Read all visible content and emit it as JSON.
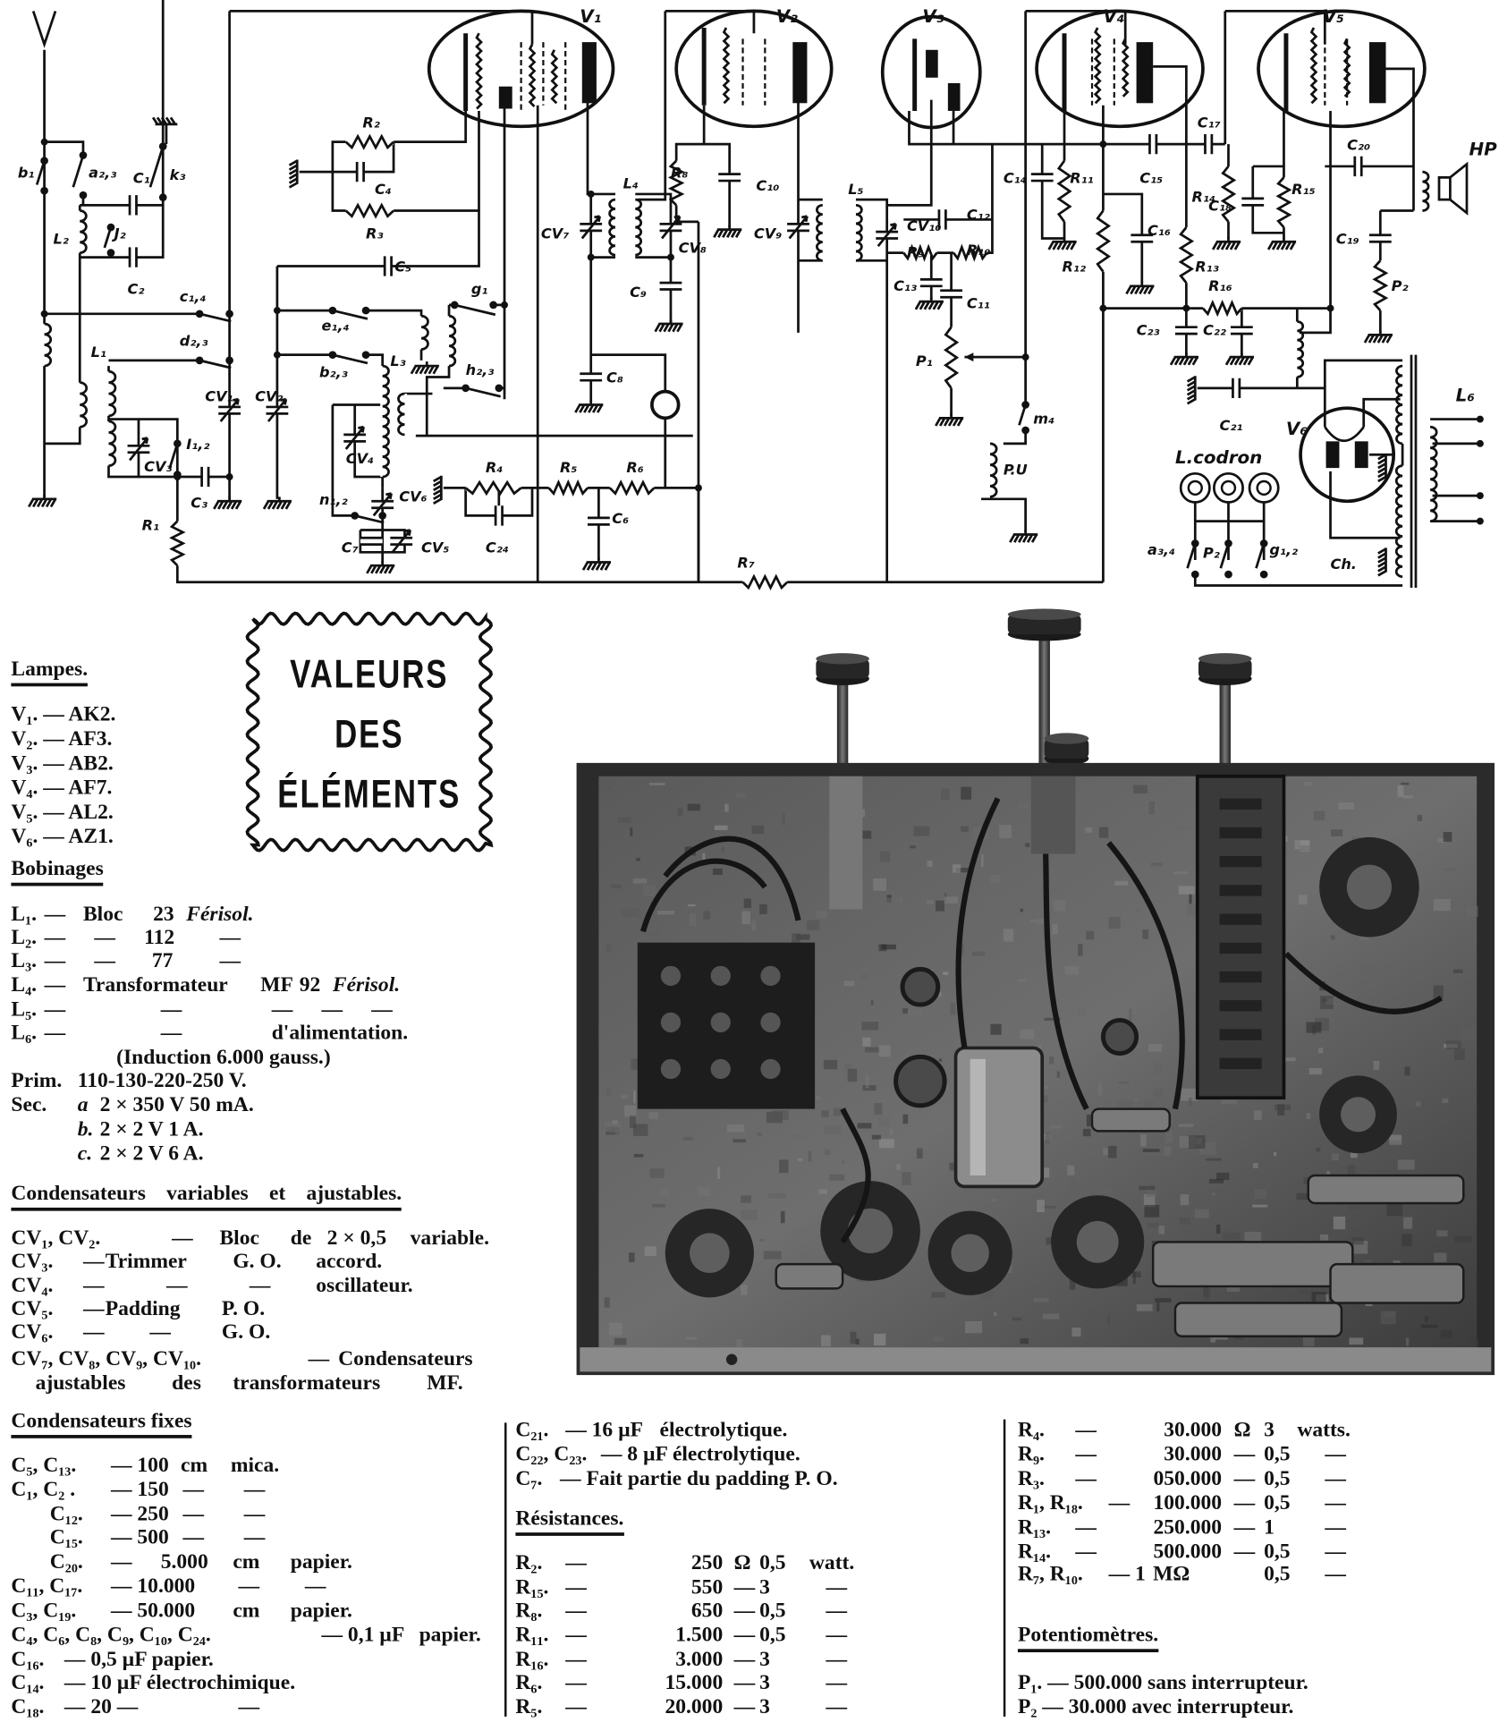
{
  "stamp": {
    "line1": "VALEURS",
    "line2": "DES",
    "line3": "ÉLÉMENTS"
  },
  "sections": {
    "lampes": {
      "heading": "Lampes.",
      "rows": [
        [
          "V₁. — AK2."
        ],
        [
          "V₂. — AF3."
        ],
        [
          "V₃. — AB2."
        ],
        [
          "V₄. — AF7."
        ],
        [
          "V₅. — AL2."
        ],
        [
          "V₆. — AZ1."
        ]
      ]
    },
    "bobinages": {
      "heading": "Bobinages",
      "rows": [
        [
          "L₁.",
          "—",
          "Bloc",
          "23",
          "Férisol."
        ],
        [
          "L₂.",
          "—",
          "—",
          "112",
          "—"
        ],
        [
          "L₃.",
          "—",
          "—",
          "77",
          "—"
        ],
        [
          "L₄.",
          "—",
          "Transformateur",
          "MF",
          "92",
          "Férisol."
        ],
        [
          "L₅.",
          "—",
          "—",
          "—",
          "—",
          "—"
        ],
        [
          "L₆.",
          "—",
          "—",
          "d'alimentation."
        ],
        [
          "(Induction 6.000 gauss.)"
        ],
        [
          "Prim.",
          "110-130-220-250 V."
        ],
        [
          "Sec.",
          "a",
          "2 × 350 V 50 mA."
        ],
        [
          "b.",
          "2 × 2 V 1 A."
        ],
        [
          "c.",
          "2 × 2 V 6 A."
        ]
      ]
    },
    "cv": {
      "heading": "Condensateurs variables et ajustables.",
      "rows": [
        [
          "CV₁, CV₂.",
          "—",
          "Bloc",
          "de",
          "2 × 0,5",
          "variable."
        ],
        [
          "CV₃.",
          "—",
          "Trimmer",
          "G. O.",
          "accord."
        ],
        [
          "CV₄.",
          "—",
          "—",
          "—",
          "oscillateur."
        ],
        [
          "CV₅.",
          "—",
          "Padding",
          "P. O."
        ],
        [
          "CV₆.",
          "—",
          "—",
          "G. O."
        ],
        [
          "CV₇, CV₈, CV₉, CV₁₀.",
          "—",
          "Condensateurs"
        ],
        [
          "ajustables",
          "des",
          "transformateurs",
          "MF."
        ]
      ]
    },
    "cfixes": {
      "heading": "Condensateurs fixes",
      "rows": [
        [
          "C₅, C₁₃.",
          "— 100",
          "cm",
          "mica."
        ],
        [
          "C₁, C₂ .",
          "— 150",
          "—",
          "—"
        ],
        [
          "C₁₂.",
          "— 250",
          "—",
          "—"
        ],
        [
          "C₁₅.",
          "— 500",
          "—",
          "—"
        ],
        [
          "C₂₀.",
          "—",
          "5.000",
          "cm",
          "papier."
        ],
        [
          "C₁₁, C₁₇.",
          "— 10.000",
          "—",
          "—"
        ],
        [
          "C₃, C₁₉.",
          "— 50.000",
          "cm",
          "papier."
        ],
        [
          "C₄, C₆, C₈, C₉, C₁₀, C₂₄.",
          "— 0,1 µF",
          "papier."
        ],
        [
          "C₁₆.",
          "— 0,5 µF papier."
        ],
        [
          "C₁₄.",
          "— 10 µF électrochimique."
        ],
        [
          "C₁₈.",
          "— 20 —",
          "—"
        ]
      ]
    },
    "cmid": {
      "rows": [
        [
          "C₂₁.",
          "— 16 µF",
          "électrolytique."
        ],
        [
          "C₂₂, C₂₃.",
          "— 8 µF électrolytique."
        ],
        [
          "C₇.",
          "— Fait partie du padding P. O."
        ]
      ]
    },
    "resistances": {
      "heading": "Résistances.",
      "rows": [
        [
          "R₂.",
          "—",
          "250",
          "Ω",
          "0,5",
          "watt."
        ],
        [
          "R₁₅.",
          "—",
          "550",
          "—",
          "3",
          "—"
        ],
        [
          "R₈.",
          "—",
          "650",
          "—",
          "0,5",
          "—"
        ],
        [
          "R₁₁.",
          "—",
          "1.500",
          "—",
          "0,5",
          "—"
        ],
        [
          "R₁₆.",
          "—",
          "3.000",
          "—",
          "3",
          "—"
        ],
        [
          "R₆.",
          "—",
          "15.000",
          "—",
          "3",
          "—"
        ],
        [
          "R₅.",
          "—",
          "20.000",
          "—",
          "3",
          "—"
        ]
      ]
    },
    "resistances2": {
      "rows": [
        [
          "R₄.",
          "—",
          "30.000",
          "Ω",
          "3",
          "watts."
        ],
        [
          "R₉.",
          "—",
          "30.000",
          "—",
          "0,5",
          "—"
        ],
        [
          "R₃.",
          "—",
          "050.000",
          "—",
          "0,5",
          "—"
        ],
        [
          "R₁, R₁₈.",
          "—",
          "100.000",
          "—",
          "0,5",
          "—"
        ],
        [
          "R₁₃.",
          "—",
          "250.000",
          "—",
          "1",
          "—"
        ],
        [
          "R₁₄.",
          "—",
          "500.000",
          "—",
          "0,5",
          "—"
        ],
        [
          "R₇, R₁₀.",
          "— 1",
          "MΩ",
          "0,5",
          "—"
        ]
      ]
    },
    "potentiometres": {
      "heading": "Potentiomètres.",
      "rows": [
        [
          "P₁. — 500.000 sans interrupteur."
        ],
        [
          "P₂ —  30.000 avec interrupteur."
        ]
      ]
    }
  },
  "schematic": {
    "labels": {
      "V1": "V₁",
      "V2": "V₂",
      "V3": "V₃",
      "V4": "V₄",
      "V5": "V₅",
      "V6": "V₆",
      "b1": "b₁",
      "a23": "a₂,₃",
      "C1": "C₁",
      "k3": "k₃",
      "L2": "L₂",
      "J2": "J₂",
      "C2": "C₂",
      "c14": "c₁,₄",
      "d23": "d₂,₃",
      "L1": "L₁",
      "CV1": "CV₁",
      "CV2": "CV₂",
      "CV3": "CV₃",
      "I12": "I₁,₂",
      "C3": "C₃",
      "R1": "R₁",
      "R2": "R₂",
      "C4": "C₄",
      "R3": "R₃",
      "C5": "C₅",
      "e14": "e₁,₄",
      "b23": "b₂,₃",
      "g1": "g₁",
      "L3": "L₃",
      "h23": "h₂,₃",
      "CV4": "CV₄",
      "n12": "n₁,₂",
      "CV6": "CV₆",
      "C7": "C₇",
      "CV5": "CV₅",
      "R4": "R₄",
      "C24": "C₂₄",
      "R5": "R₅",
      "R6": "R₆",
      "C6": "C₆",
      "R7": "R₇",
      "L4": "L₄",
      "CV7": "CV₇",
      "CV8": "CV₈",
      "R8": "R₈",
      "C10": "C₁₀",
      "C9": "C₉",
      "C8": "C₈",
      "CV9": "CV₉",
      "L5": "L₅",
      "CV10": "CV₁₀",
      "C12": "C₁₂",
      "R9": "R₉",
      "R10": "R₁₀",
      "C13": "C₁₃",
      "C11": "C₁₁",
      "P1": "P₁",
      "C14": "C₁₄",
      "R11": "R₁₁",
      "C15": "C₁₅",
      "C16": "C₁₆",
      "R12": "R₁₂",
      "C17": "C₁₇",
      "R14": "R₁₄",
      "C18": "C₁₈",
      "R15": "R₁₅",
      "C20": "C₂₀",
      "HP": "HP",
      "C19": "C₁₉",
      "P2": "P₂",
      "R13": "R₁₃",
      "R16": "R₁₆",
      "C23": "C₂₃",
      "C22": "C₂₂",
      "m4": "m₄",
      "PU": "P.U",
      "C21": "C₂₁",
      "Lcodron": "L.codron",
      "L6": "L₆",
      "Ch": "Ch.",
      "a34": "a₃,₄",
      "P2s": "P₂",
      "g12": "g₁,₂"
    }
  }
}
